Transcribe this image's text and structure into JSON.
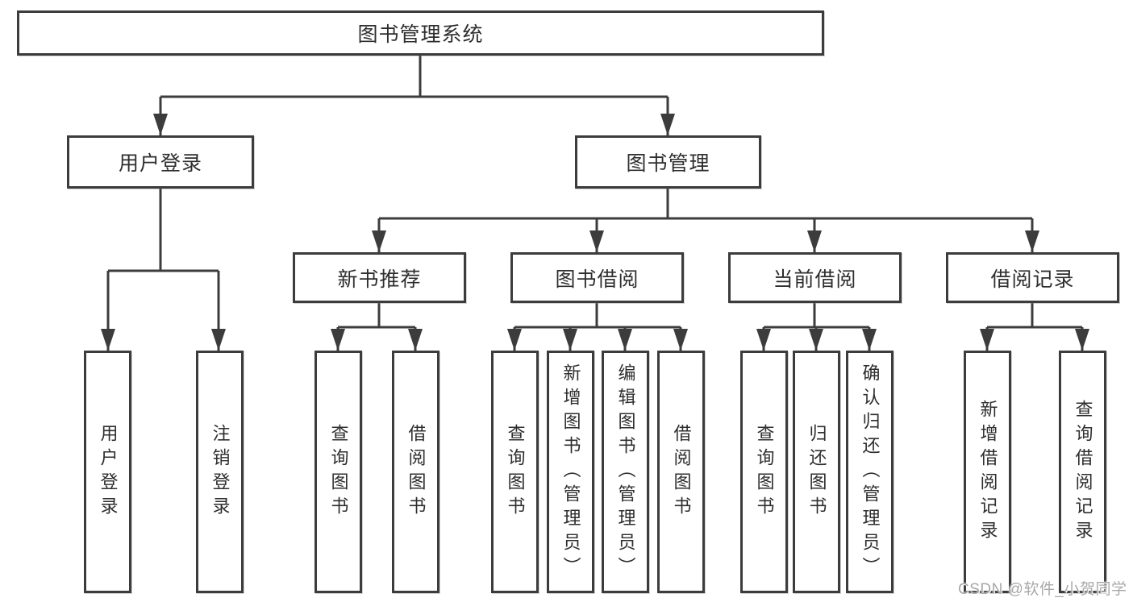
{
  "diagram": {
    "root": "图书管理系统",
    "branches": [
      {
        "label": "用户登录",
        "children": [
          {
            "label": "用户登录"
          },
          {
            "label": "注销登录"
          }
        ]
      },
      {
        "label": "图书管理",
        "children": [
          {
            "label": "新书推荐",
            "children": [
              {
                "label": "查询图书"
              },
              {
                "label": "借阅图书"
              }
            ]
          },
          {
            "label": "图书借阅",
            "children": [
              {
                "label": "查询图书"
              },
              {
                "label": "新增图书（管理员）"
              },
              {
                "label": "编辑图书（管理员）"
              },
              {
                "label": "借阅图书"
              }
            ]
          },
          {
            "label": "当前借阅",
            "children": [
              {
                "label": "查询图书"
              },
              {
                "label": "归还图书"
              },
              {
                "label": "确认归还（管理员）"
              }
            ]
          },
          {
            "label": "借阅记录",
            "children": [
              {
                "label": "新增借阅记录"
              },
              {
                "label": "查询借阅记录"
              }
            ]
          }
        ]
      }
    ]
  },
  "watermark": "CSDN @软件_小贺同学",
  "colors": {
    "line": "#3c3c3c",
    "text": "#2e2e2e",
    "box_background": "#ffffff",
    "watermark": "#a8a8a8"
  }
}
